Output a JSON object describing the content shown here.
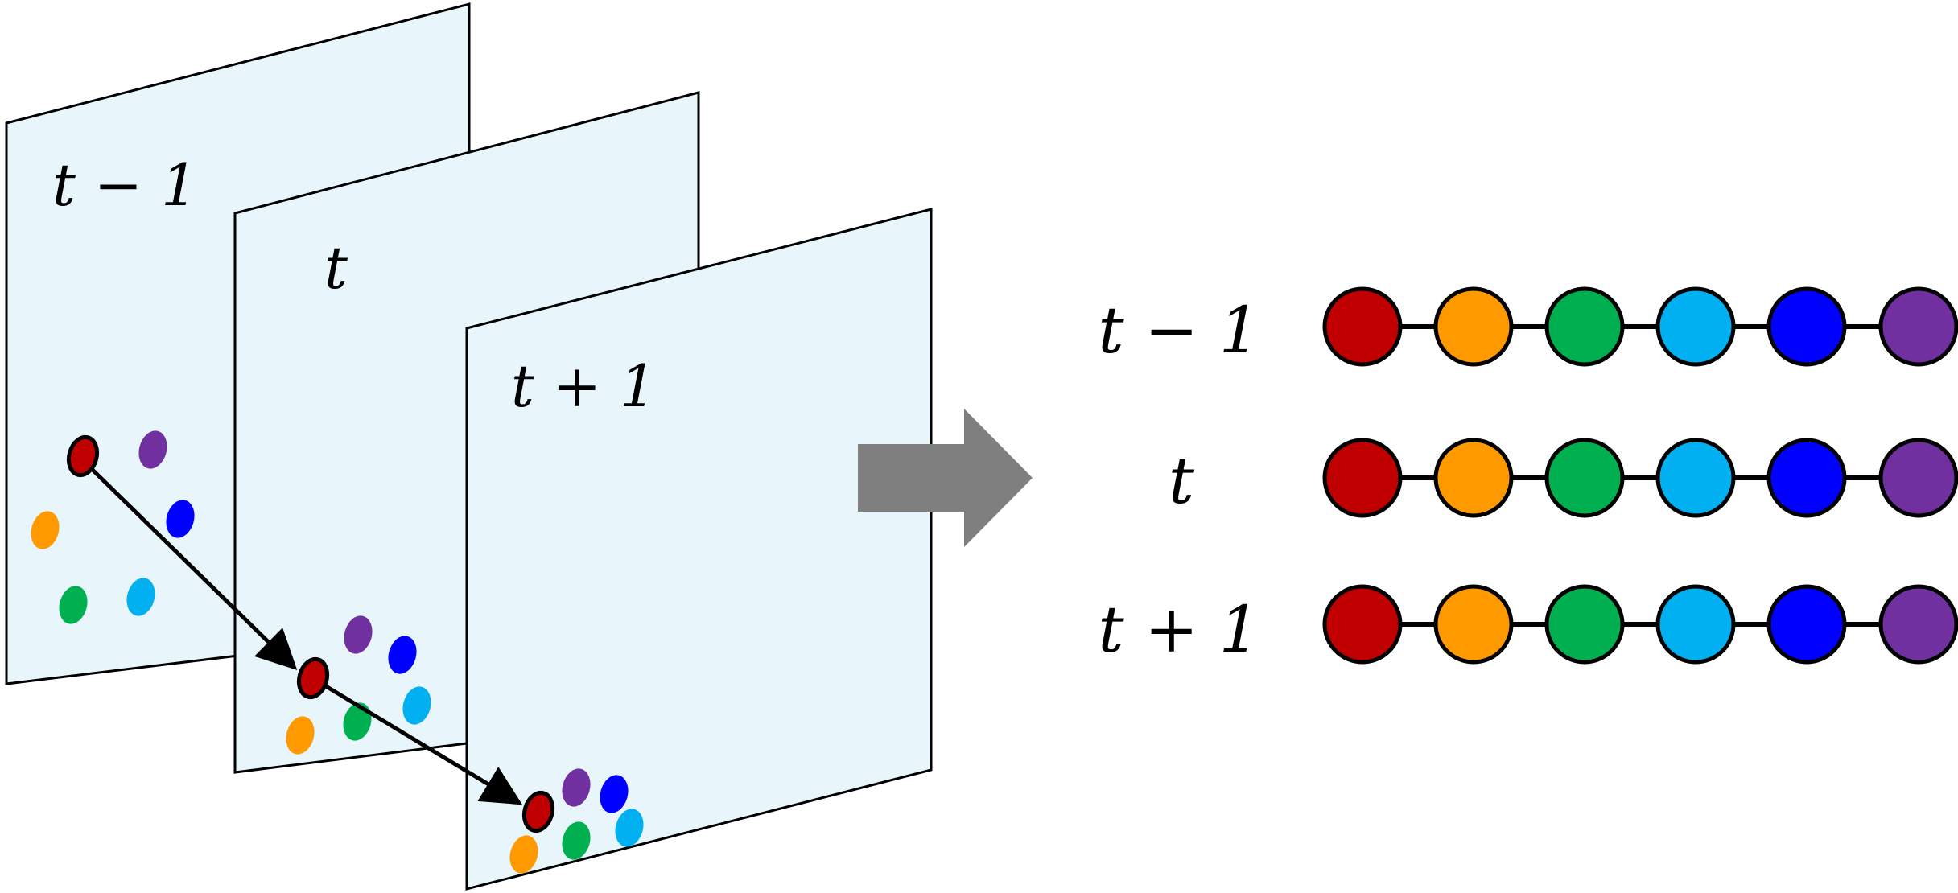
{
  "frames": [
    {
      "label": "t − 1"
    },
    {
      "label": "t"
    },
    {
      "label": "t + 1"
    }
  ],
  "rows": [
    {
      "label": "t − 1"
    },
    {
      "label": "t"
    },
    {
      "label": "t + 1"
    }
  ],
  "node_colors": [
    "#c00000",
    "#ff9900",
    "#00b050",
    "#00b0f0",
    "#0000ff",
    "#7030a0"
  ],
  "frame_fill": "#e8f6fb",
  "arrow_color": "#7f7f7f"
}
